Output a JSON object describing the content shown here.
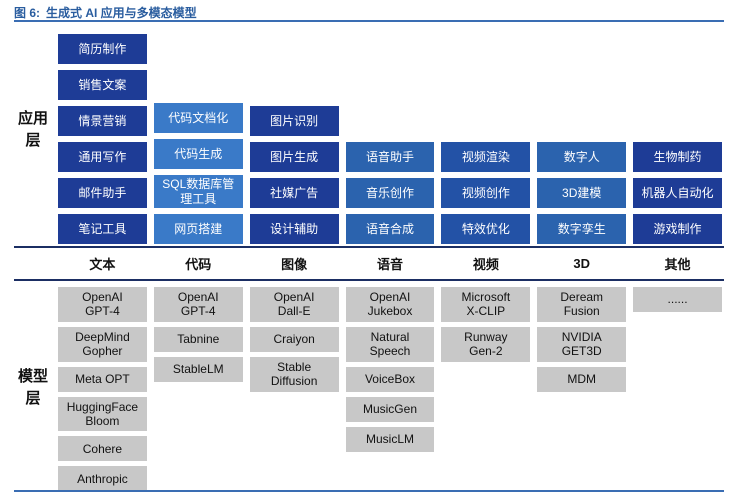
{
  "title": {
    "prefix": "图 6:",
    "text": "生成式 AI 应用与多模态模型"
  },
  "layers": {
    "application_label": "应用层",
    "model_label": "模型层"
  },
  "colors": {
    "title_blue": "#2a5d9f",
    "top_rule_blue": "#3a6db3",
    "mid_rule_navy": "#1b2e63",
    "bottom_rule_blue": "#3a6db3",
    "model_box_gray": "#c8c8c8",
    "app_text": "#ffffff",
    "model_text": "#111111"
  },
  "columns": [
    {
      "id": "text",
      "header": "文本",
      "app_color": "#1e3c96",
      "apps": [
        "简历制作",
        "销售文案",
        "情景营销",
        "通用写作",
        "邮件助手",
        "笔记工具"
      ],
      "models": [
        "OpenAI\nGPT-4",
        "DeepMind\nGopher",
        "Meta OPT",
        "HuggingFace\nBloom",
        "Cohere",
        "Anthropic"
      ]
    },
    {
      "id": "code",
      "header": "代码",
      "app_color": "#3a7ac8",
      "apps": [
        "代码文档化",
        "代码生成",
        "SQL数据库管理工具",
        "网页搭建"
      ],
      "models": [
        "OpenAI\nGPT-4",
        "Tabnine",
        "StableLM"
      ]
    },
    {
      "id": "image",
      "header": "图像",
      "app_color": "#1e3c96",
      "apps": [
        "图片识别",
        "图片生成",
        "社媒广告",
        "设计辅助"
      ],
      "models": [
        "OpenAI\nDall-E",
        "Craiyon",
        "Stable\nDiffusion"
      ]
    },
    {
      "id": "speech",
      "header": "语音",
      "app_color": "#2b63ae",
      "apps": [
        "语音助手",
        "音乐创作",
        "语音合成"
      ],
      "models": [
        "OpenAI\nJukebox",
        "Natural\nSpeech",
        "VoiceBox",
        "MusicGen",
        "MusicLM"
      ]
    },
    {
      "id": "video",
      "header": "视频",
      "app_color": "#2352a6",
      "apps": [
        "视频渲染",
        "视频创作",
        "特效优化"
      ],
      "models": [
        "Microsoft\nX-CLIP",
        "Runway\nGen-2"
      ]
    },
    {
      "id": "3d",
      "header": "3D",
      "app_color": "#2b63ae",
      "apps": [
        "数字人",
        "3D建模",
        "数字孪生"
      ],
      "models": [
        "Deream\nFusion",
        "NVIDIA\nGET3D",
        "MDM"
      ]
    },
    {
      "id": "other",
      "header": "其他",
      "app_color": "#1e3c96",
      "apps": [
        "生物制药",
        "机器人自动化",
        "游戏制作"
      ],
      "models": [
        "......"
      ]
    }
  ]
}
